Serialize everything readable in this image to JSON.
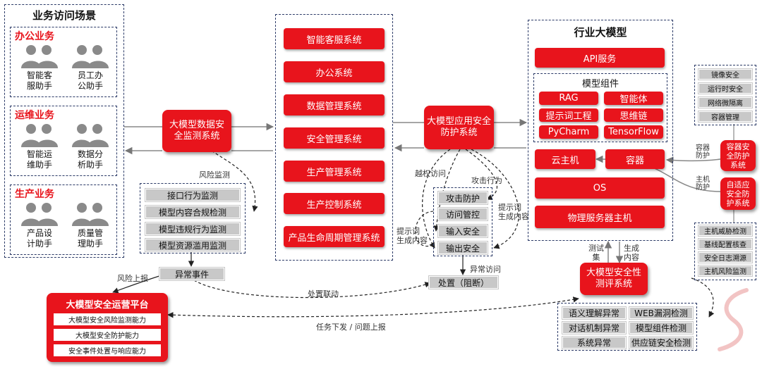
{
  "scenes": {
    "title": "业务访问场景",
    "groups": [
      {
        "name": "办公业务",
        "people": [
          "智能客服助手",
          "员工办公助手"
        ]
      },
      {
        "name": "运维业务",
        "people": [
          "智能运维助手",
          "数据分析助手"
        ]
      },
      {
        "name": "生产业务",
        "people": [
          "产品设计助手",
          "质量管理助手"
        ]
      }
    ],
    "people_lines": [
      [
        "智能客",
        "服助手"
      ],
      [
        "员工办",
        "公助手"
      ],
      [
        "智能运",
        "维助手"
      ],
      [
        "数据分",
        "析助手"
      ],
      [
        "产品设",
        "计助手"
      ],
      [
        "质量管",
        "理助手"
      ]
    ]
  },
  "data_security": {
    "name_lines": [
      "大模型数据安",
      "全监测系统"
    ],
    "risk_monitor_label": "风险监测",
    "checks": [
      "接口行为监测",
      "模型内容合规检测",
      "模型违规行为监测",
      "模型资源滥用监测"
    ],
    "anomaly_event": "异常事件",
    "risk_report_label": "风险上报"
  },
  "systems": [
    "智能客服系统",
    "办公系统",
    "数据管理系统",
    "安全管理系统",
    "生产管理系统",
    "生产控制系统",
    "产品生命周期管理系统"
  ],
  "app_security": {
    "name_lines": [
      "大模型应用安全",
      "防护系统"
    ],
    "labels": {
      "unauthorized": "越权访问",
      "attack_behavior": "攻击行为",
      "prompt_gen_right": [
        "提示词",
        "生成内容"
      ],
      "prompt_gen_left": [
        "提示词",
        "生成内容"
      ],
      "abnormal_access": "异常访问"
    },
    "functions": [
      "攻击防护",
      "访问管控",
      "输入安全",
      "输出安全"
    ],
    "disposal": "处置（阻断）"
  },
  "industry_model": {
    "title": "行业大模型",
    "api": "API服务",
    "components_title": "模型组件",
    "components": [
      "RAG",
      "智能体",
      "提示词工程",
      "思维链",
      "PyCharm",
      "TensorFlow"
    ],
    "cloud_host": "云主机",
    "container": "容器",
    "os": "OS",
    "server": "物理服务器主机"
  },
  "container_security": {
    "features": [
      "镜像安全",
      "运行时安全",
      "网络微隔离",
      "容器管理"
    ],
    "name_lines": [
      "容器安",
      "全防护",
      "系统"
    ],
    "arrow_label_lines": [
      "容器",
      "防护"
    ]
  },
  "host_security": {
    "name_lines": [
      "自适应",
      "安全防",
      "护系统"
    ],
    "arrow_label_lines": [
      "主机",
      "防护"
    ],
    "features": [
      "主机威胁检测",
      "基线配置核查",
      "安全日志溯源",
      "主机风险监测"
    ]
  },
  "eval": {
    "name_lines": [
      "大模型安全性",
      "测评系统"
    ],
    "test_set_lines": [
      "测试",
      "集"
    ],
    "gen_content_lines": [
      "生成",
      "内容"
    ],
    "checks": [
      "语义理解异常",
      "WEB漏洞检测",
      "对话机制异常",
      "模型组件检测",
      "系统异常",
      "供应链安全检测"
    ]
  },
  "ops_platform": {
    "title": "大模型安全运营平台",
    "capabilities": [
      "大模型安全风险监测能力",
      "大模型安全防护能力",
      "安全事件处置与响应能力"
    ]
  },
  "links": {
    "disposal_linkage": "处置联动",
    "task_issue": "任务下发 / 问题上报"
  },
  "colors": {
    "accent": "#e8141c",
    "gray": "#c8c8c8",
    "border": "#2b3a67"
  }
}
